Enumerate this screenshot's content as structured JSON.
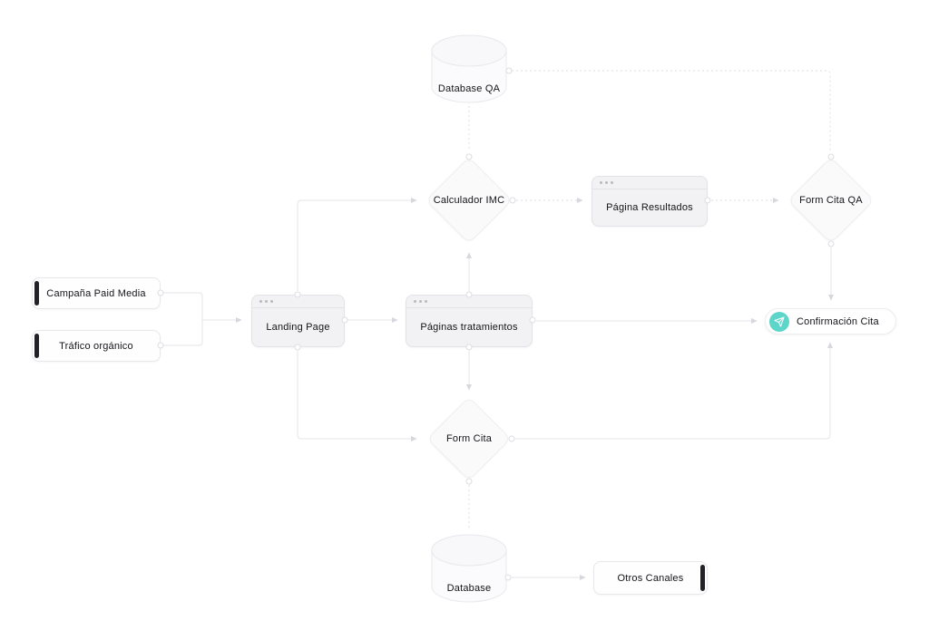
{
  "diagram": {
    "nodes": {
      "database_qa": {
        "label": "Database QA"
      },
      "calculador_imc": {
        "label": "Calculador IMC"
      },
      "pagina_resultados": {
        "label": "Página Resultados"
      },
      "form_cita_qa": {
        "label": "Form Cita QA"
      },
      "campana_paid_media": {
        "label": "Campaña Paid Media"
      },
      "trafico_organico": {
        "label": "Tráfico orgánico"
      },
      "landing_page": {
        "label": "Landing Page"
      },
      "paginas_tratamientos": {
        "label": "Páginas tratamientos"
      },
      "confirmacion_cita": {
        "label": "Confirmación Cita",
        "icon": "paper-plane-icon",
        "icon_color": "#5ed5c9"
      },
      "form_cita": {
        "label": "Form Cita"
      },
      "database": {
        "label": "Database"
      },
      "otros_canales": {
        "label": "Otros Canales"
      }
    },
    "colors": {
      "background": "#ffffff",
      "node_fill": "#f2f2f4",
      "node_border": "#e3e3e7",
      "edge": "#e9e9ed",
      "accent_teal": "#5ed5c9",
      "tag_bar": "#232327",
      "text": "#141419"
    }
  }
}
